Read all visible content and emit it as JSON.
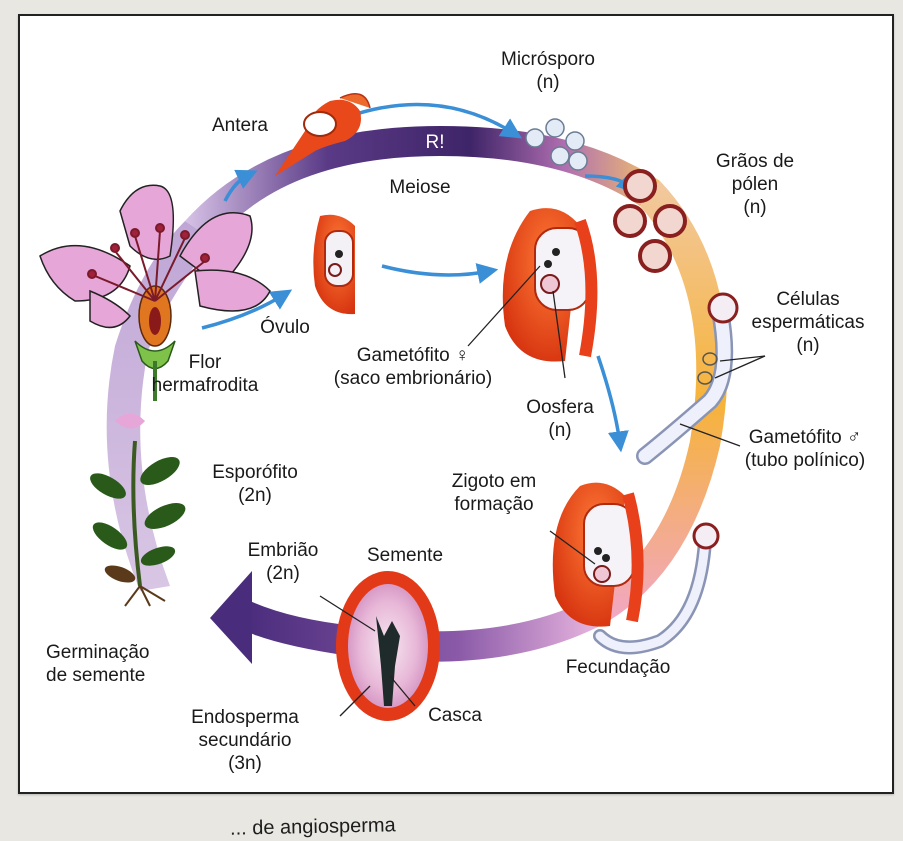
{
  "labels": {
    "microsporo": "Micrósporo",
    "microsporo_ploidy": "(n)",
    "antera": "Antera",
    "r_mark": "R!",
    "meiose": "Meiose",
    "graos_1": "Grãos de",
    "graos_2": "pólen",
    "graos_3": "(n)",
    "celulas_1": "Células",
    "celulas_2": "espermáticas",
    "celulas_3": "(n)",
    "gametofito_f_1": "Gametófito ♀",
    "gametofito_f_2": "(saco embrionário)",
    "oosfera_1": "Oosfera",
    "oosfera_2": "(n)",
    "gametofito_m_1": "Gametófito ♂",
    "gametofito_m_2": "(tubo polínico)",
    "ovulo": "Óvulo",
    "flor_1": "Flor",
    "flor_2": "hermafrodita",
    "esporofito_1": "Esporófito",
    "esporofito_2": "(2n)",
    "zigoto_1": "Zigoto em",
    "zigoto_2": "formação",
    "embriao_1": "Embrião",
    "embriao_2": "(2n)",
    "semente": "Semente",
    "fecundacao": "Fecundação",
    "germinacao_1": "Germinação",
    "germinacao_2": "de semente",
    "casca": "Casca",
    "endosperma_1": "Endosperma",
    "endosperma_2": "secundário",
    "endosperma_3": "(3n)"
  },
  "caption": "... de angiosperma",
  "colors": {
    "cycle_purple": "#4b2d78",
    "cycle_orange": "#f3b53a",
    "ovule_red": "#e8401a",
    "flower_pink": "#e7a6d8",
    "arrow_blue": "#3a8fd6"
  }
}
